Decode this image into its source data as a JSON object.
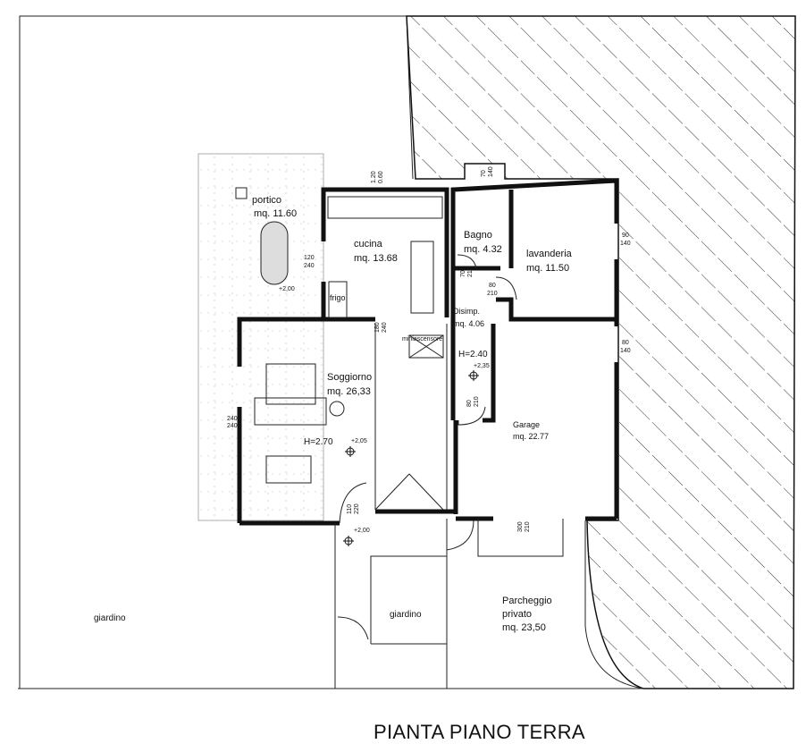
{
  "title": "PIANTA PIANO TERRA",
  "rooms": {
    "portico": {
      "name": "portico",
      "area": "mq. 11.60"
    },
    "cucina": {
      "name": "cucina",
      "area": "mq. 13.68"
    },
    "bagno": {
      "name": "Bagno",
      "area": "mq. 4.32"
    },
    "lavanderia": {
      "name": "lavanderia",
      "area": "mq. 11.50"
    },
    "disimp": {
      "name": "Disimp.",
      "area": "mq. 4.06"
    },
    "soggiorno": {
      "name": "Soggiorno",
      "area": "mq. 26,33"
    },
    "garage": {
      "name": "Garage",
      "area": "mq. 22.77"
    },
    "parcheggio": {
      "name1": "Parcheggio",
      "name2": "privato",
      "area": "mq. 23,50"
    },
    "giardino_left": "giardino",
    "giardino_small": "giardino"
  },
  "labels": {
    "frigo": "frigo",
    "miniascensore": "miniascensore",
    "h_soggiorno": "H=2.70",
    "h_disimp": "H=2.40",
    "level_portico": "+2,00",
    "level_soggiorno": "+2,05",
    "level_disimp": "+2,35",
    "level_entrance": "+2,00"
  },
  "dimensions": {
    "kitchen_top": [
      "1.20",
      "0.60"
    ],
    "kitchen_left": [
      "120",
      "240"
    ],
    "kitchen_bottom": [
      "180",
      "240"
    ],
    "bagno_top": [
      "70",
      "140"
    ],
    "bagno_door": [
      "70",
      "210"
    ],
    "disimp_door": [
      "80",
      "210"
    ],
    "lavanderia_window": [
      "90",
      "140"
    ],
    "garage_window": [
      "80",
      "140"
    ],
    "garage_door_inner": [
      "80",
      "210"
    ],
    "soggiorno_left": [
      "240",
      "240"
    ],
    "entrance_door": [
      "110",
      "220"
    ],
    "garage_door": [
      "300",
      "210"
    ]
  }
}
